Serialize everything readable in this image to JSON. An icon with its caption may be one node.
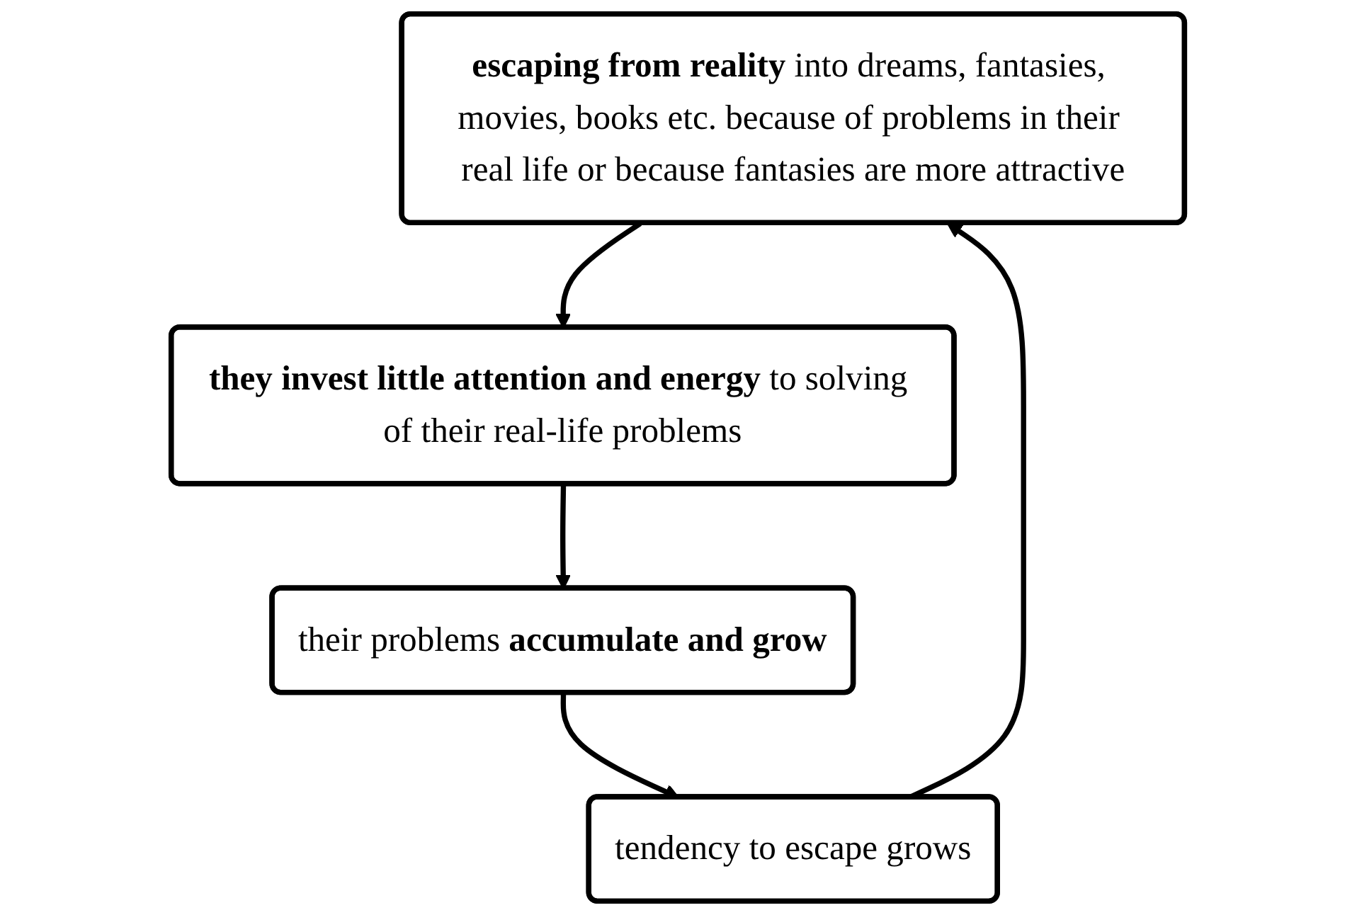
{
  "diagram": {
    "nodes": [
      {
        "text": [
          "**escaping from reality** into dreams, fantasies, movies, books etc. because of problems in their real life or because fantasies are more attractive"
        ]
      },
      {
        "text": [
          "**they invest little attention and energy** to solving of their real-life problems"
        ]
      },
      {
        "text": [
          "their problems **accumulate and grow**"
        ]
      },
      {
        "text": [
          "tendency to escape grows"
        ]
      }
    ],
    "edges": [
      {
        "from": 0,
        "to": 1,
        "arrow": "to"
      },
      {
        "from": 1,
        "to": 2,
        "arrow": "to"
      },
      {
        "from": 2,
        "to": 3,
        "arrow": "to"
      },
      {
        "from": 3,
        "to": 0,
        "arrow": "to"
      }
    ]
  }
}
